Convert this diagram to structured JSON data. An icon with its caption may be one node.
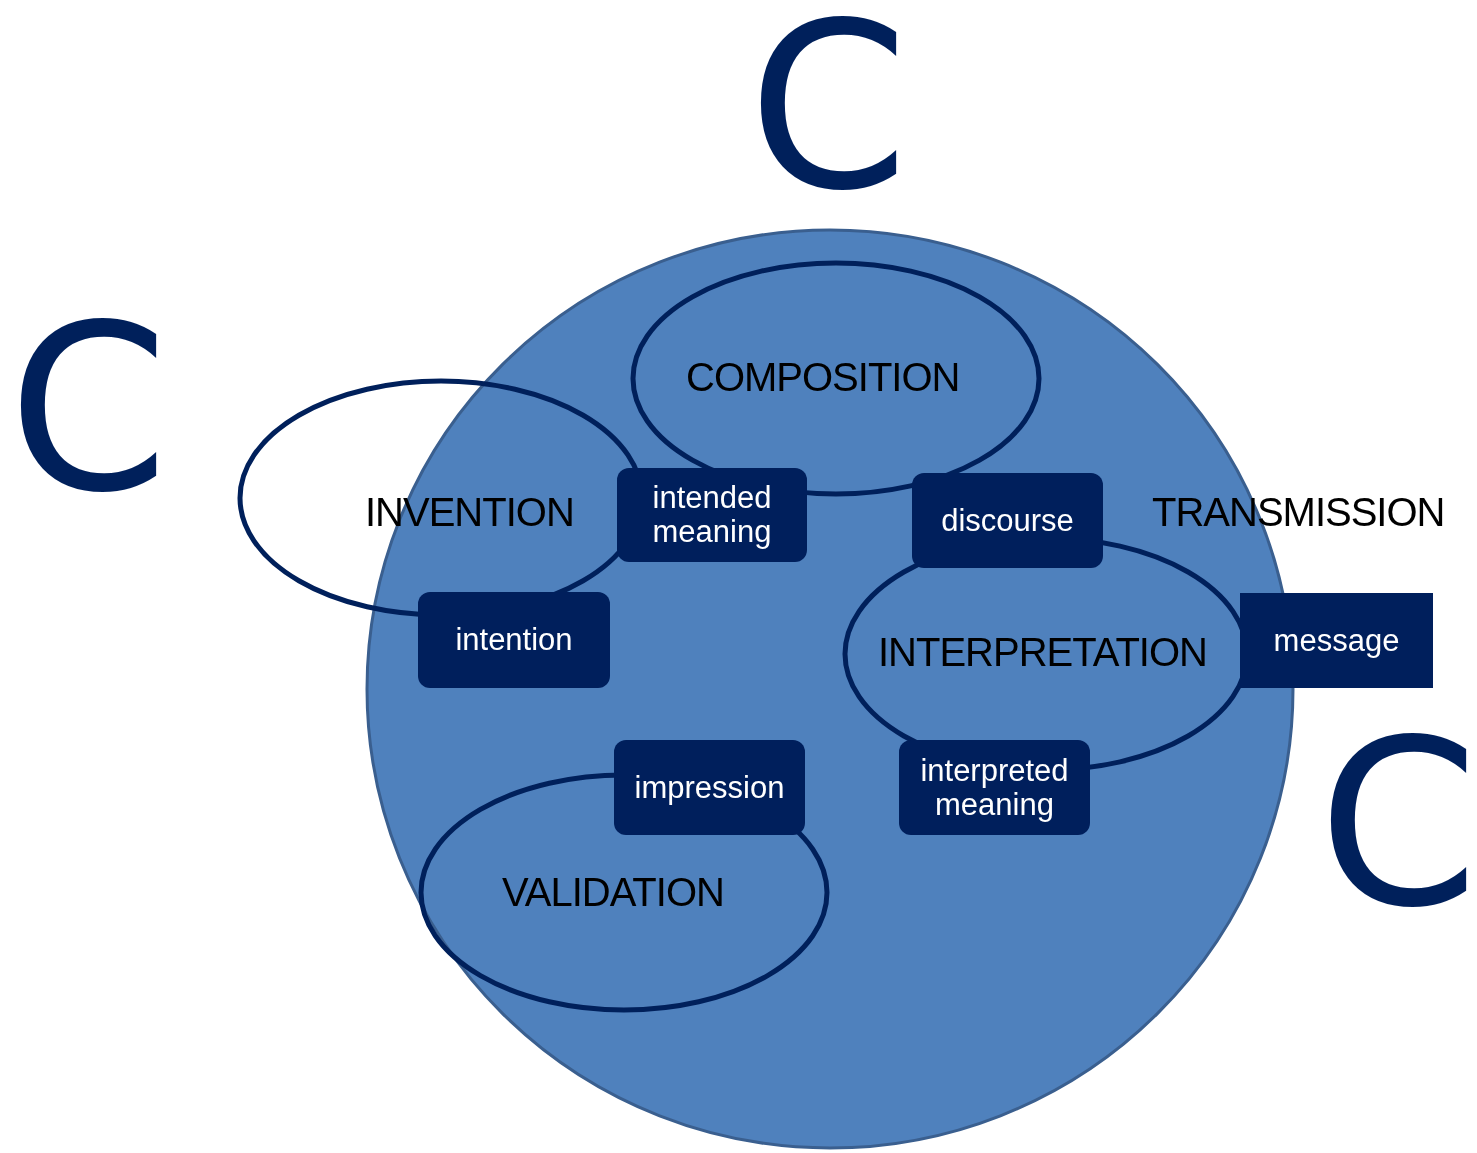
{
  "diagram": {
    "nodes": [
      {
        "text": [],
        "shape": "circle"
      },
      {
        "text": [
          "COMPOSITION"
        ],
        "in": 0
      },
      {
        "text": [
          "INVENTION"
        ]
      },
      {
        "text": [
          "intended meaning"
        ],
        "in": 0
      },
      {
        "text": [
          "intention"
        ],
        "in": 0
      },
      {
        "text": [
          "discourse"
        ],
        "in": 0
      },
      {
        "text": [
          "INTERPRETATION"
        ],
        "in": 0
      },
      {
        "text": [
          "message"
        ]
      },
      {
        "text": [
          "impression"
        ],
        "in": 0
      },
      {
        "text": [
          "interpreted meaning"
        ],
        "in": 0
      },
      {
        "text": [
          "VALIDATION"
        ],
        "in": 0
      }
    ],
    "edges": [],
    "labels": [
      "C",
      "C",
      "TRANSMISSION",
      "C"
    ]
  }
}
